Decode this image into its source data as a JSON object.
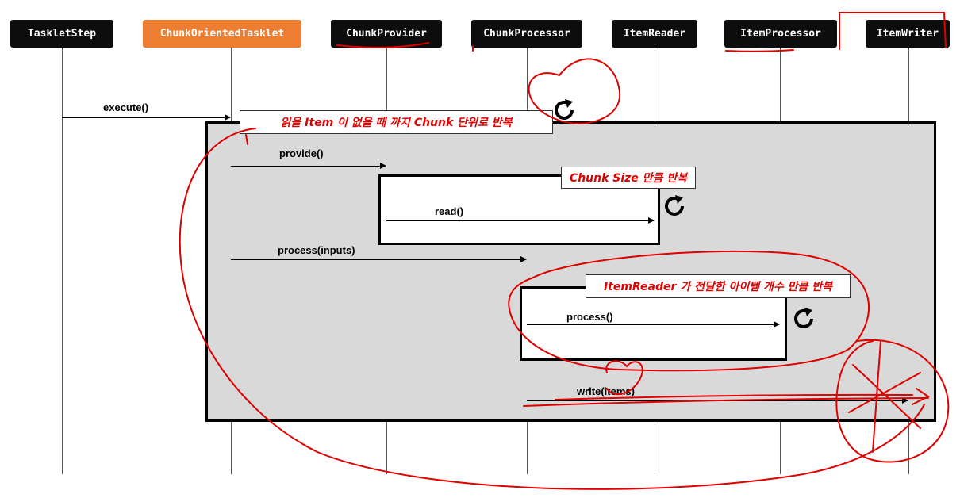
{
  "participants": [
    {
      "name": "TaskletStep"
    },
    {
      "name": "ChunkOrientedTasklet"
    },
    {
      "name": "ChunkProvider"
    },
    {
      "name": "ChunkProcessor"
    },
    {
      "name": "ItemReader"
    },
    {
      "name": "ItemProcessor"
    },
    {
      "name": "ItemWriter"
    }
  ],
  "messages": {
    "execute": "execute()",
    "provide": "provide()",
    "read": "read()",
    "process_inputs": "process(inputs)",
    "process": "process()",
    "write": "write(items)"
  },
  "loops": {
    "outer": "읽을 Item 이 없을 때 까지 Chunk 단위로 반복",
    "reader": "Chunk Size 만큼 반복",
    "processor": "ItemReader 가 전달한 아이템 개수 만큼 반복"
  },
  "colors": {
    "actor_bg": "#0d0d0d",
    "highlight_actor": "#ed7d31",
    "loop_fill": "#d9d9d9",
    "loop_label_text": "#e00000",
    "annotation_pen": "#e00000"
  },
  "icons": {
    "loop": "refresh-icon"
  }
}
